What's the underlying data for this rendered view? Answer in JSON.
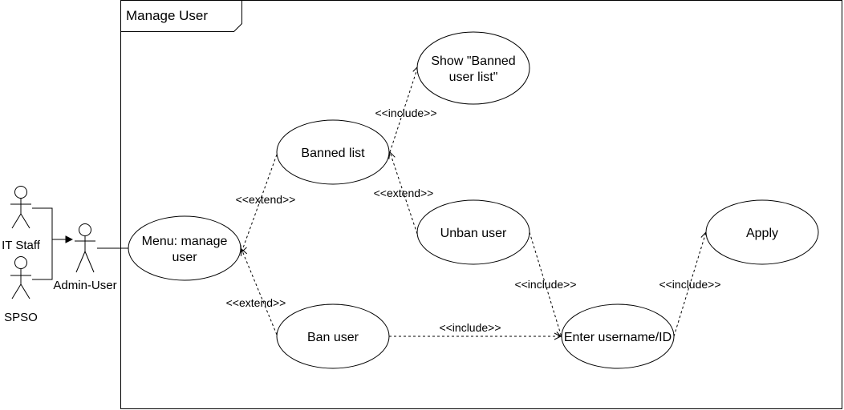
{
  "frame": {
    "title": "Manage User"
  },
  "actors": {
    "it_staff": "IT Staff",
    "spso": "SPSO",
    "admin": "Admin-User"
  },
  "use_cases": {
    "menu": [
      "Menu: manage",
      "user"
    ],
    "banned_list": "Banned list",
    "show_banned": [
      "Show \"Banned",
      "user list\""
    ],
    "unban_user": "Unban user",
    "ban_user": "Ban user",
    "enter_username": "Enter username/ID",
    "apply": "Apply"
  },
  "relations": {
    "extend_menu_banned": "<<extend>>",
    "extend_menu_ban": "<<extend>>",
    "include_banned_show": "<<include>>",
    "extend_banned_unban": "<<extend>>",
    "include_unban_enter": "<<include>>",
    "include_ban_enter": "<<include>>",
    "include_enter_apply": "<<include>>"
  },
  "colors": {
    "line": "#000000",
    "fill": "#ffffff"
  }
}
